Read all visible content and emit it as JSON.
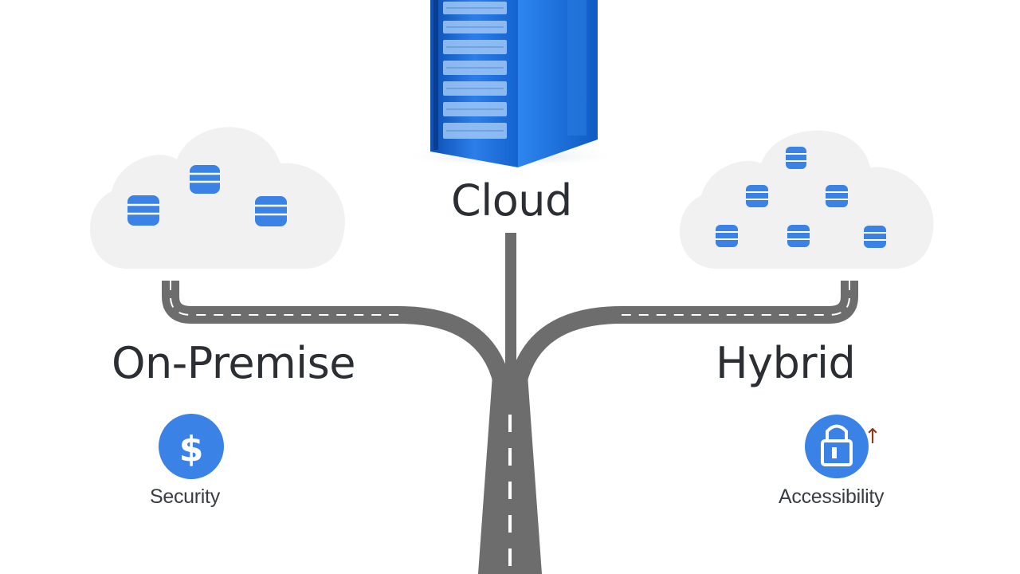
{
  "labels": {
    "cloud": "Cloud",
    "on_premise": "On-Premise",
    "hybrid": "Hybrid",
    "security": "Security",
    "accessibility": "Accessibility"
  },
  "icons": {
    "server": "server-rack-icon",
    "database": "database-icon",
    "dollar": "dollar-icon",
    "lock": "padlock-icon",
    "dollar_glyph": "$",
    "arrow_glyph": "↑"
  },
  "colors": {
    "accent_blue": "#3b82e6",
    "road": "#6d6d6d",
    "cloud_fill": "#f1f1f1",
    "text": "#2b2f33"
  }
}
